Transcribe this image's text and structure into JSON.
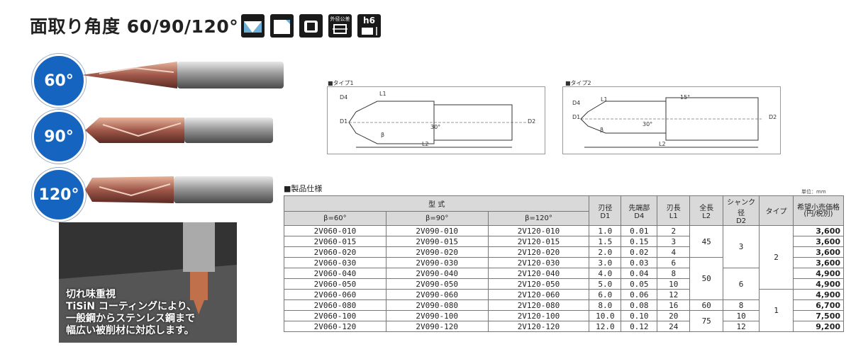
{
  "title": "面取り角度 60/90/120°",
  "badges": {
    "tolerance_label": "外径公差",
    "tolerance_sub": "D",
    "h6_label": "h6"
  },
  "angles": [
    "60°",
    "90°",
    "120°"
  ],
  "photo_caption": [
    "切れ味重視",
    "TiSiN コーティングにより、",
    "一般鋼からステンレス鋼まで",
    "幅広い被削材に対応します。"
  ],
  "diagrams": {
    "type1": {
      "label": "■タイプ1",
      "d4": "D4",
      "l1": "L1",
      "d1": "D1",
      "d2": "D2",
      "l2": "L2",
      "beta": "β",
      "angle": "30°"
    },
    "type2": {
      "label": "■タイプ2",
      "d4": "D4",
      "l1": "L1",
      "d1": "D1",
      "d2": "D2",
      "l2": "L2",
      "beta": "β",
      "angle": "30°",
      "angle2": "15°"
    }
  },
  "spec": {
    "title": "■製品仕様",
    "unit": "単位：mm",
    "headers": {
      "model": "型 式",
      "b60": "β=60°",
      "b90": "β=90°",
      "b120": "β=120°",
      "d1": [
        "刃径",
        "D1"
      ],
      "d4": [
        "先端部",
        "D4"
      ],
      "l1": [
        "刃長",
        "L1"
      ],
      "l2": [
        "全長",
        "L2"
      ],
      "d2": [
        "シャンク径",
        "D2"
      ],
      "type": "タイプ",
      "price": [
        "希望小売価格",
        "(円/税別)"
      ]
    },
    "rows": [
      {
        "m60": "2V060-010",
        "m90": "2V090-010",
        "m120": "2V120-010",
        "d1": "1.0",
        "d4": "0.01",
        "l1": "2",
        "price": "3,600"
      },
      {
        "m60": "2V060-015",
        "m90": "2V090-015",
        "m120": "2V120-015",
        "d1": "1.5",
        "d4": "0.15",
        "l1": "3",
        "price": "3,600"
      },
      {
        "m60": "2V060-020",
        "m90": "2V090-020",
        "m120": "2V120-020",
        "d1": "2.0",
        "d4": "0.02",
        "l1": "4",
        "price": "3,600"
      },
      {
        "m60": "2V060-030",
        "m90": "2V090-030",
        "m120": "2V120-030",
        "d1": "3.0",
        "d4": "0.03",
        "l1": "6",
        "price": "3,600"
      },
      {
        "m60": "2V060-040",
        "m90": "2V090-040",
        "m120": "2V120-040",
        "d1": "4.0",
        "d4": "0.04",
        "l1": "8",
        "price": "4,900"
      },
      {
        "m60": "2V060-050",
        "m90": "2V090-050",
        "m120": "2V120-050",
        "d1": "5.0",
        "d4": "0.05",
        "l1": "10",
        "price": "4,900"
      },
      {
        "m60": "2V060-060",
        "m90": "2V090-060",
        "m120": "2V120-060",
        "d1": "6.0",
        "d4": "0.06",
        "l1": "12",
        "price": "4,900"
      },
      {
        "m60": "2V060-080",
        "m90": "2V090-080",
        "m120": "2V120-080",
        "d1": "8.0",
        "d4": "0.08",
        "l1": "16",
        "price": "6,700"
      },
      {
        "m60": "2V060-100",
        "m90": "2V090-100",
        "m120": "2V120-100",
        "d1": "10.0",
        "d4": "0.10",
        "l1": "20",
        "price": "7,500"
      },
      {
        "m60": "2V060-120",
        "m90": "2V090-120",
        "m120": "2V120-120",
        "d1": "12.0",
        "d4": "0.12",
        "l1": "24",
        "price": "9,200"
      }
    ],
    "merged": {
      "l2": [
        "45",
        "50",
        "60",
        "75"
      ],
      "d2": [
        "3",
        "6",
        "8",
        "10",
        "12"
      ],
      "type": [
        "2",
        "1"
      ]
    }
  }
}
